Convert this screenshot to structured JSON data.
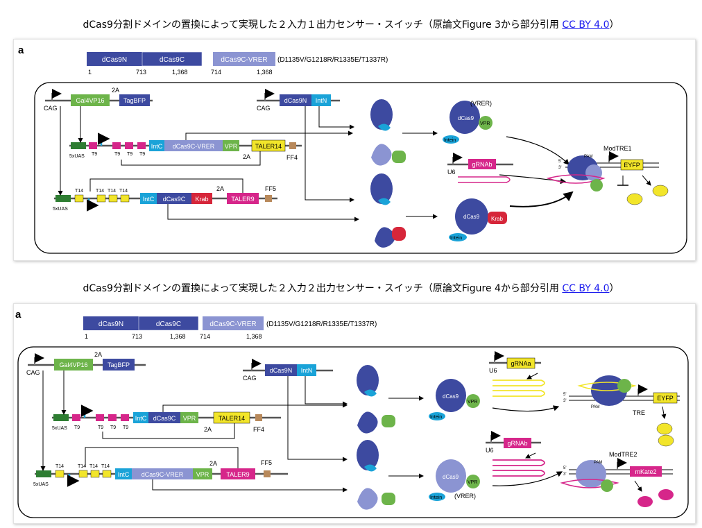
{
  "captions": [
    {
      "text": "dCas9分割ドメインの置換によって実現した２入力１出力センサー・スイッチ（原論文Figure 3から部分引用 ",
      "link": "CC BY 4.0",
      "close": "）"
    },
    {
      "text": "dCas9分割ドメインの置換によって実現した２入力２出力センサー・スイッチ（原論文Figure 4から部分引用 ",
      "link": "CC BY 4.0",
      "close": "）"
    }
  ],
  "fig1": {
    "panel_letter": "a",
    "domains": {
      "n": "dCas9N",
      "c": "dCas9C",
      "vrer": "dCas9C-VRER",
      "mut": "(D1135V/G1218R/R1335E/T1337R)",
      "t1": "1",
      "t2": "713",
      "t3": "1,368",
      "t4": "714",
      "t5": "1,368"
    },
    "parts": {
      "cag1": "CAG",
      "gal4": "Gal4VP16",
      "twoA1": "2A",
      "tagbfp": "TagBFP",
      "cag2": "CAG",
      "dcas9n": "dCas9N",
      "intn": "IntN",
      "uas1": "5xUAS",
      "t9a": "T9",
      "t9b": "T9",
      "t9c": "T9",
      "t9d": "T9",
      "intc1": "IntC",
      "vrer": "dCas9C-VRER",
      "vpr": "VPR",
      "taler14": "TALER14",
      "twoA2": "2A",
      "ff4": "FF4",
      "uas2": "5xUAS",
      "t14a": "T14",
      "t14b": "T14",
      "t14c": "T14",
      "t14d": "T14",
      "intc2": "IntC",
      "dcas9c": "dCas9C",
      "krab": "Krab",
      "twoA3": "2A",
      "taler9": "TALER9",
      "ff5": "FF5"
    },
    "proteins": {
      "vrer_tag": "(VRER)",
      "dcas9_a": "dCas9",
      "vpr_a": "VPR",
      "intein_a": "Intein",
      "dcas9_b": "dCas9",
      "krab_b": "Krab",
      "intein_b": "Intein"
    },
    "output": {
      "u6": "U6",
      "grnab": "gRNAb",
      "modtre": "ModTRE1",
      "pam": "PAM",
      "eyfp": "EYFP",
      "s5": "5'",
      "s3": "3'"
    }
  },
  "fig2": {
    "panel_letter": "a",
    "domains": {
      "n": "dCas9N",
      "c": "dCas9C",
      "vrer": "dCas9C-VRER",
      "mut": "(D1135V/G1218R/R1335E/T1337R)",
      "t1": "1",
      "t2": "713",
      "t3": "1,368",
      "t4": "714",
      "t5": "1,368"
    },
    "parts": {
      "cag1": "CAG",
      "gal4": "Gal4VP16",
      "twoA1": "2A",
      "tagbfp": "TagBFP",
      "cag2": "CAG",
      "dcas9n": "dCas9N",
      "intn": "IntN",
      "uas1": "5xUAS",
      "t9a": "T9",
      "t9b": "T9",
      "t9c": "T9",
      "t9d": "T9",
      "intc1": "IntC",
      "dcas9c": "dCas9C",
      "vpr1": "VPR",
      "taler14": "TALER14",
      "twoA2": "2A",
      "ff4": "FF4",
      "uas2": "5xUAS",
      "t14a": "T14",
      "t14b": "T14",
      "t14c": "T14",
      "t14d": "T14",
      "intc2": "IntC",
      "vrer": "dCas9C-VRER",
      "vpr2": "VPR",
      "twoA3": "2A",
      "taler9": "TALER9",
      "ff5": "FF5"
    },
    "proteins": {
      "dcas9_a": "dCas9",
      "vpr_a": "VPR",
      "intein_a": "Intein",
      "dcas9_b": "dCas9",
      "vpr_b": "VPR",
      "intein_b": "Intein",
      "vrer_tag": "(VRER)"
    },
    "output": {
      "u6a": "U6",
      "grnaa": "gRNAa",
      "tre": "TRE",
      "eyfp": "EYFP",
      "u6b": "U6",
      "grnab": "gRNAb",
      "modtre": "ModTRE2",
      "mkate": "mKate2",
      "pam1": "PAM",
      "pam2": "PAM",
      "s5": "5'",
      "s3": "3'"
    }
  },
  "colors": {
    "dcas9n": "#3d4aa0",
    "dcas9c_light": "#8b94d2",
    "gal4": "#6db44a",
    "intn": "#1aa3d8",
    "magenta": "#d6268a",
    "yellow": "#f2e52a",
    "krab": "#d6263a",
    "vpr": "#6db44a",
    "ff": "#b8895b"
  }
}
